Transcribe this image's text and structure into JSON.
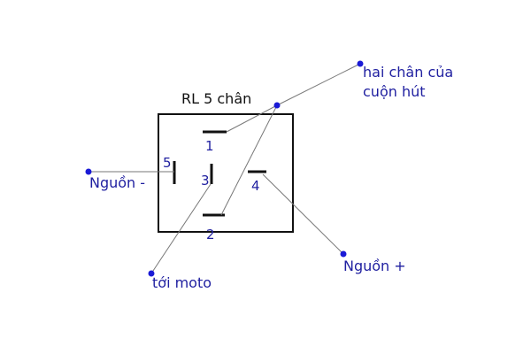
{
  "diagram": {
    "title": "RL 5 chân",
    "colors": {
      "box": "#111111",
      "pin": "#111111",
      "leader": "#777777",
      "dot": "#1a1ad6",
      "label": "#1f1fa0"
    },
    "pins": [
      {
        "id": "1",
        "label": "1"
      },
      {
        "id": "2",
        "label": "2"
      },
      {
        "id": "3",
        "label": "3"
      },
      {
        "id": "4",
        "label": "4"
      },
      {
        "id": "5",
        "label": "5"
      }
    ],
    "annotations": {
      "coil_line1": "hai chân của",
      "coil_line2": "cuộn hút",
      "ground": "Nguồn -",
      "motor": "tới moto",
      "power": "Nguồn +"
    }
  }
}
